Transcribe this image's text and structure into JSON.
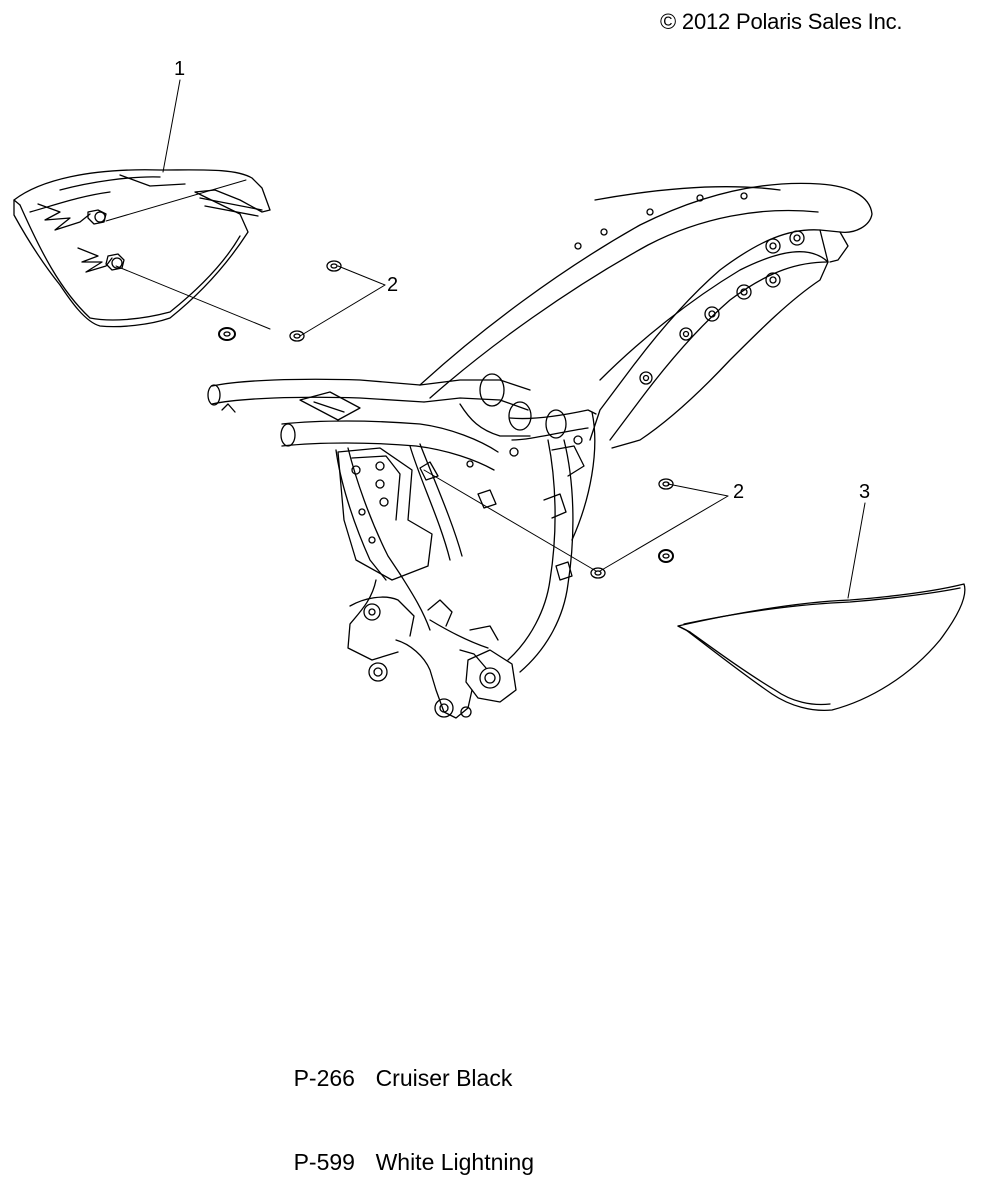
{
  "copyright": "© 2012 Polaris Sales Inc.",
  "callouts": [
    {
      "id": "1",
      "label": "1"
    },
    {
      "id": "2a",
      "label": "2"
    },
    {
      "id": "2b",
      "label": "2"
    },
    {
      "id": "3",
      "label": "3"
    }
  ],
  "legend": [
    {
      "code": "P-266",
      "name": "Cruiser Black"
    },
    {
      "code": "P-599",
      "name": "White Lightning"
    }
  ]
}
